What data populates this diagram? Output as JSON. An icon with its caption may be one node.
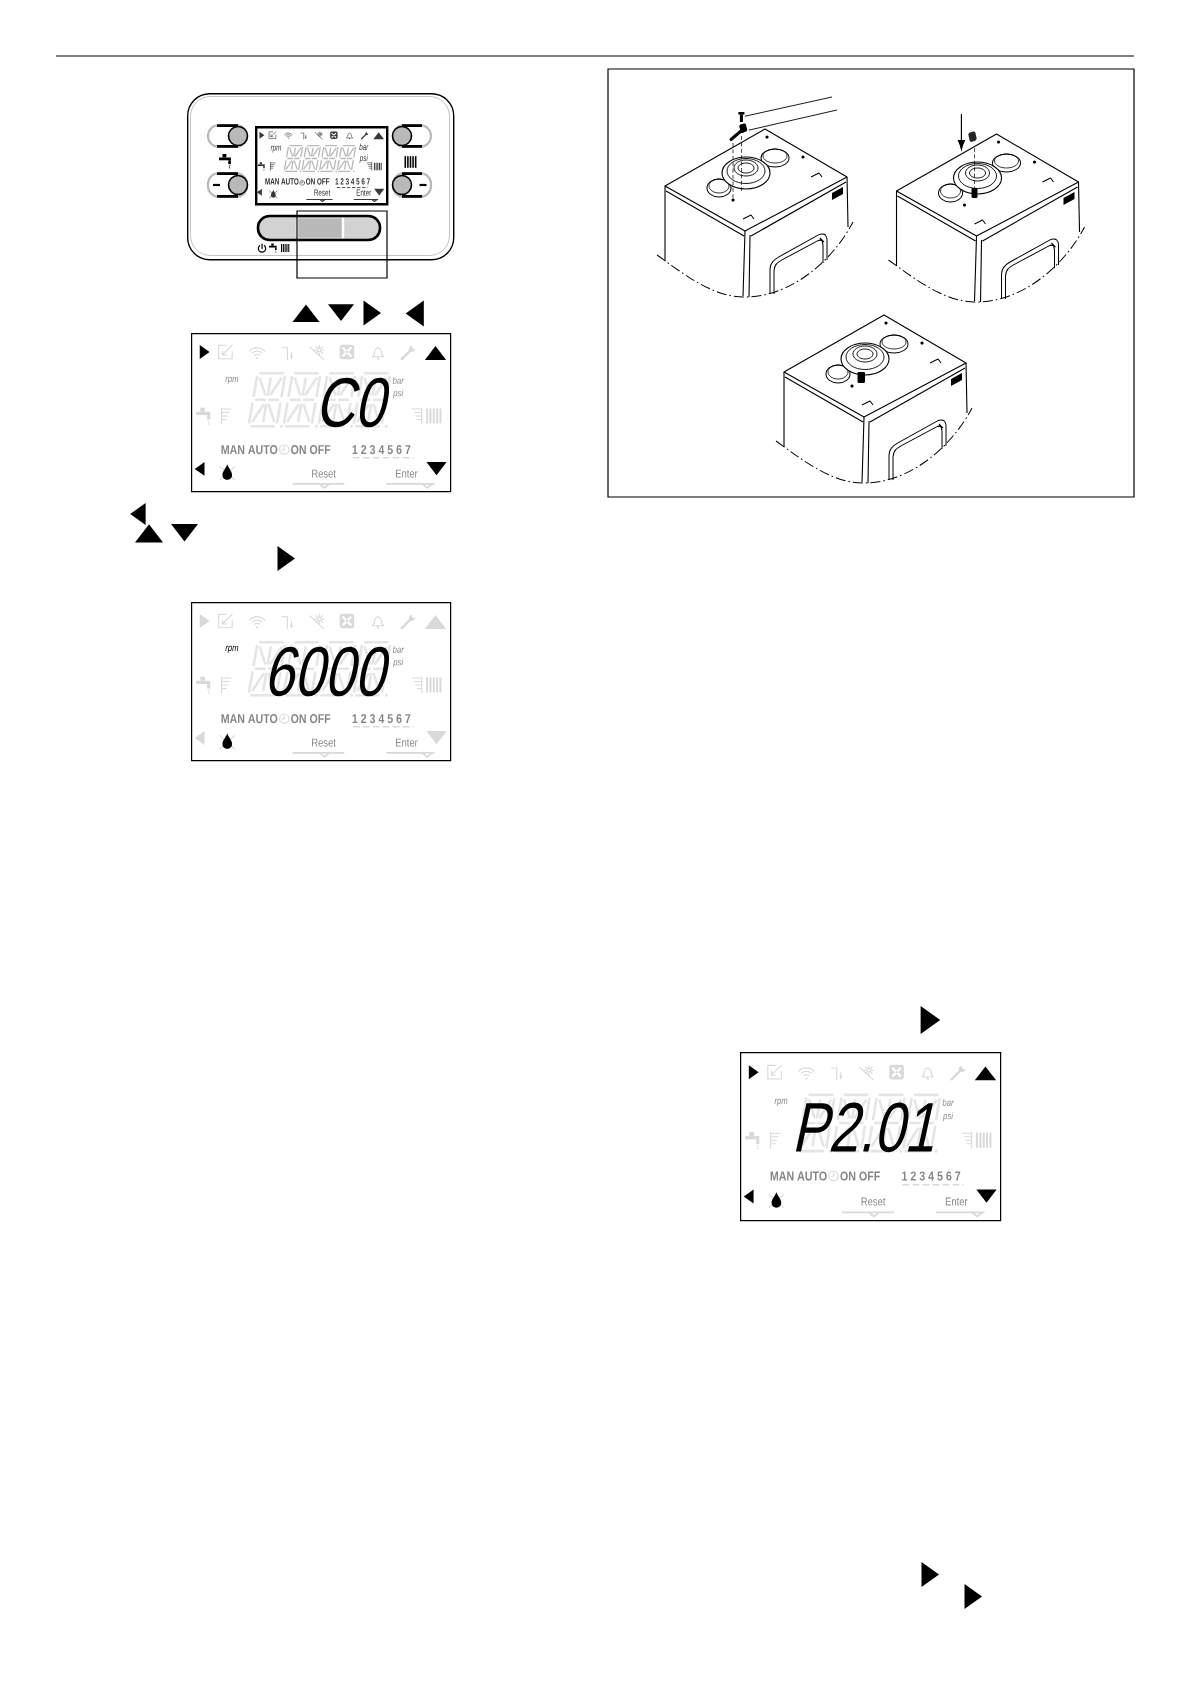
{
  "diagram": {
    "nodes": [
      {
        "text": [],
        "shape": "box"
      },
      {
        "text": [
          "rpm",
          "bar",
          "psi",
          "MAN AUTO",
          "ON OFF",
          "1 2 3 4 5 6 7",
          "Reset",
          "Enter"
        ],
        "in": 0
      },
      {
        "text": [
          "rpm",
          "C0",
          "bar",
          "psi",
          "MAN AUTO",
          "ON OFF",
          "1 2 3 4 5 6 7",
          "Reset",
          "Enter"
        ]
      },
      {
        "text": [
          "rpm",
          "6000",
          "bar",
          "psi",
          "MAN AUTO",
          "ON OFF",
          "1 2 3 4 5 6 7",
          "Reset",
          "Enter"
        ]
      },
      {
        "text": [],
        "shape": "picture"
      },
      {
        "text": [],
        "shape": "picture"
      },
      {
        "text": [
          "rpm",
          "P2.01",
          "bar",
          "psi",
          "MAN AUTO",
          "ON OFF",
          "1 2 3 4 5 6 7",
          "Reset",
          "Enter"
        ]
      }
    ],
    "edges": [
      {
        "from": null,
        "to": 4,
        "arrow": "none"
      },
      {
        "from": null,
        "to": 5,
        "arrow": "none"
      }
    ]
  }
}
